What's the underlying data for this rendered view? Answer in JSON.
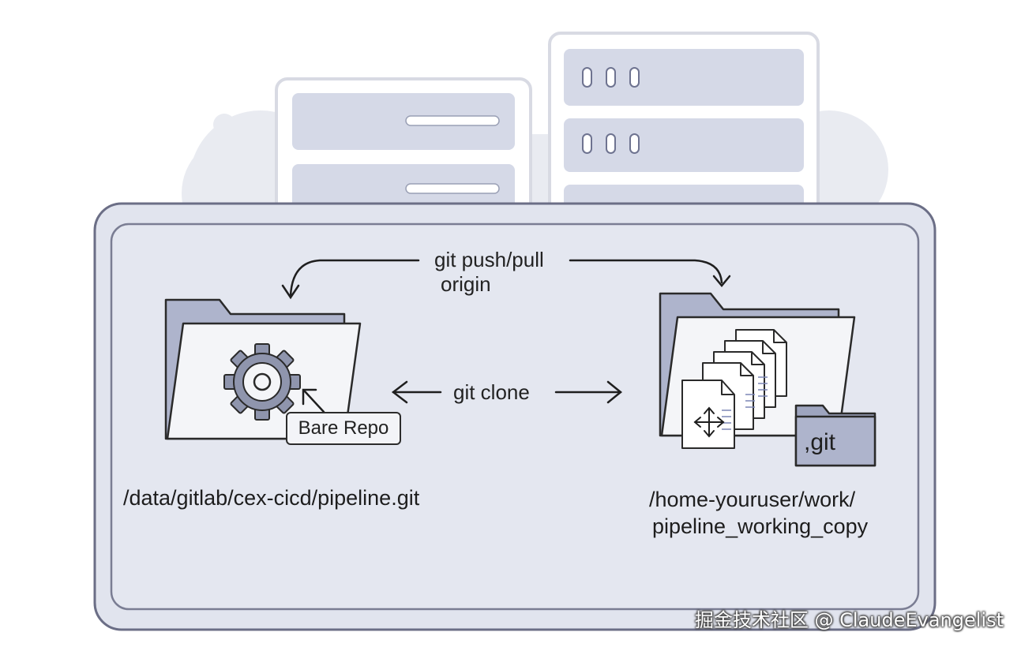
{
  "diagram": {
    "arrows": {
      "push_pull_line1": "git push/pull",
      "push_pull_line2": "origin",
      "clone": "git clone"
    },
    "bare_repo": {
      "tag": "Bare Repo",
      "path": "/data/gitlab/cex-cicd/pipeline.git"
    },
    "working_copy": {
      "git_folder_label": ",git",
      "path_line1": "/home-youruser/work/",
      "path_line2": "pipeline_working_copy"
    }
  },
  "watermark": "掘金技术社区 @ ClaudeEvangelist",
  "colors": {
    "panel_fill": "#e4e7f0",
    "panel_stroke": "#6b6e86",
    "server_fill": "#d2d6e4",
    "folder_dark": "#aeb4cc",
    "cloud": "#e9ebf1"
  }
}
